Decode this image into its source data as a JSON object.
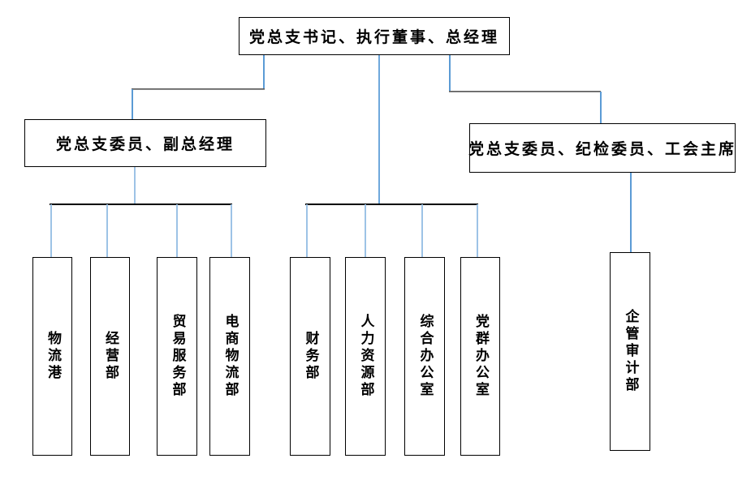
{
  "colors": {
    "background": "#ffffff",
    "border": "#000000",
    "connector_blue": "#5B9BD5",
    "connector_mid_blue": "#6FA8DC",
    "connector_light_blue": "#9DC3E6",
    "connector_dark_gray": "#4f4f4f"
  },
  "org": {
    "root_label": "党总支书记、执行董事、总经理",
    "deputy_label": "党总支委员、副总经理",
    "committee_label": "党总支委员、纪检委员、工会主席",
    "departments": [
      {
        "label": "物流港",
        "parent": "党总支委员、副总经理"
      },
      {
        "label": "经营部",
        "parent": "党总支委员、副总经理"
      },
      {
        "label": "贸易服务部",
        "parent": "党总支委员、副总经理"
      },
      {
        "label": "电商物流部",
        "parent": "党总支委员、副总经理"
      },
      {
        "label": "财务部",
        "parent": "党总支书记、执行董事、总经理"
      },
      {
        "label": "人力资源部",
        "parent": "党总支书记、执行董事、总经理"
      },
      {
        "label": "综合办公室",
        "parent": "党总支书记、执行董事、总经理"
      },
      {
        "label": "党群办公室",
        "parent": "党总支书记、执行董事、总经理"
      },
      {
        "label": "企管审计部",
        "parent": "党总支委员、纪检委员、工会主席"
      }
    ]
  }
}
